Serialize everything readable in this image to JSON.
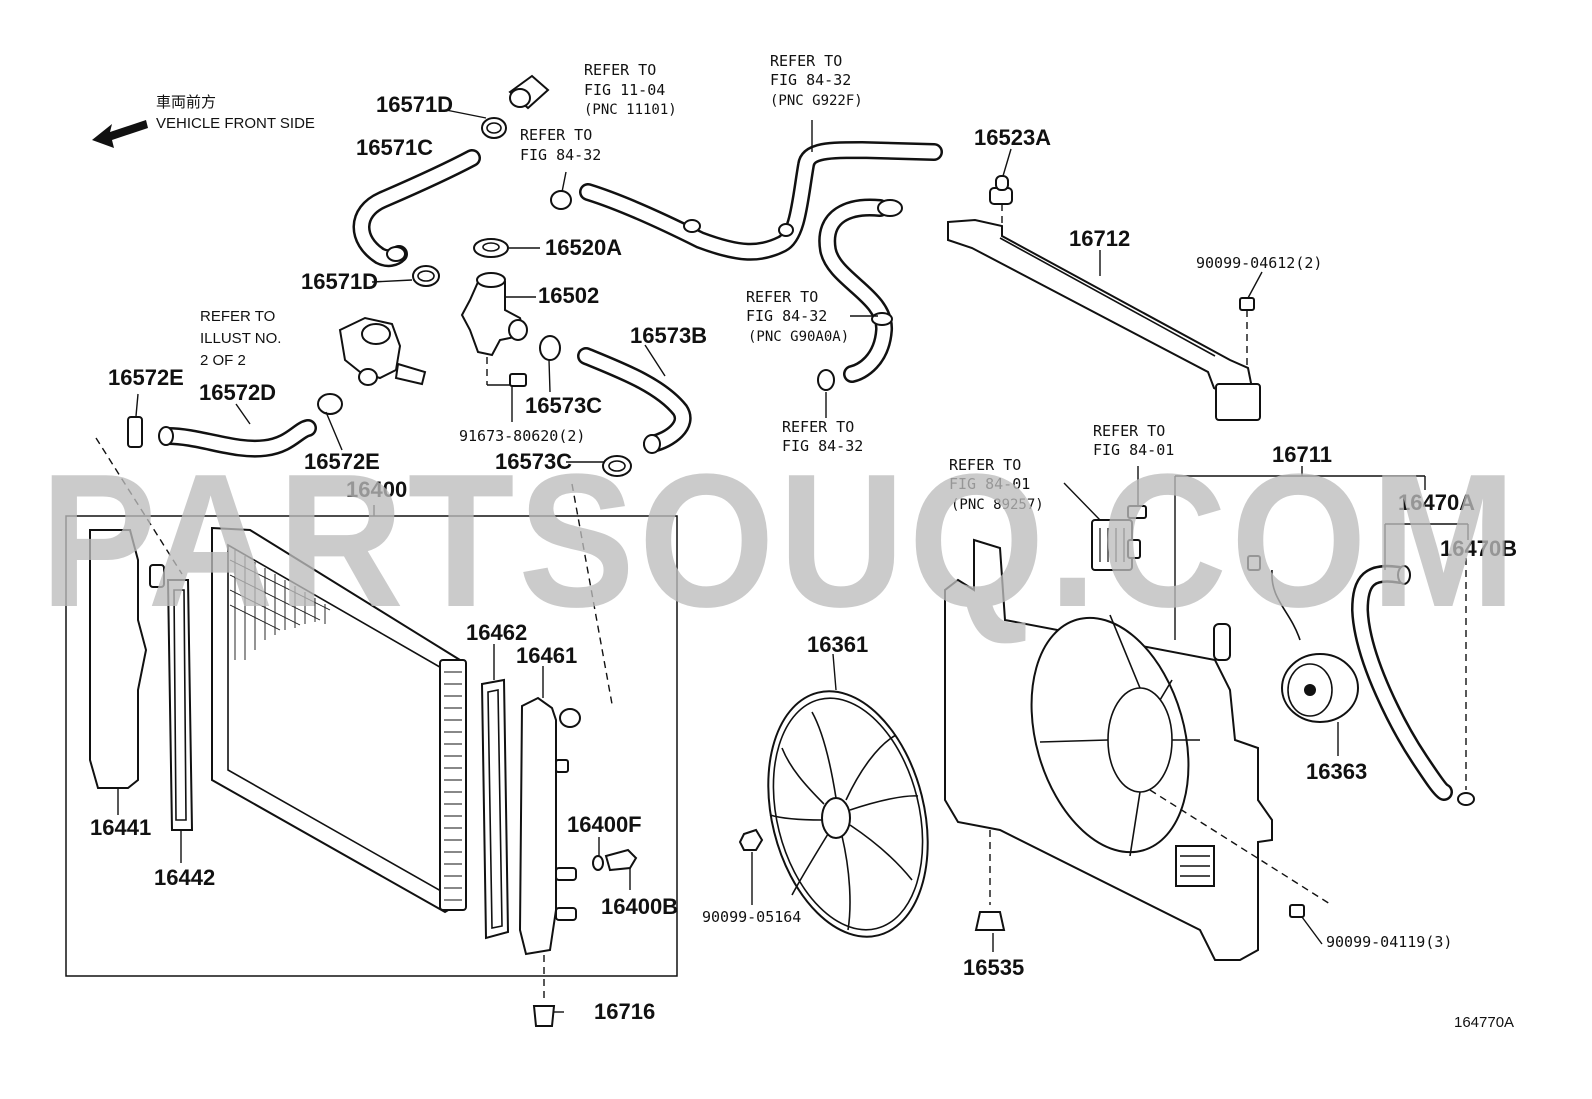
{
  "orientation": {
    "japanese": "車両前方",
    "english": "VEHICLE FRONT SIDE"
  },
  "watermark": "PARTSOUQ.COM",
  "figure_code": "164770A",
  "parts": {
    "p16571D_a": "16571D",
    "p16571C": "16571C",
    "p16571D_b": "16571D",
    "p16520A": "16520A",
    "p16502": "16502",
    "p16573B": "16573B",
    "p16573C_a": "16573C",
    "p16573C_b": "16573C",
    "p91673": "91673-80620(2)",
    "p16572E_a": "16572E",
    "p16572D": "16572D",
    "p16572E_b": "16572E",
    "p16523A": "16523A",
    "p16712": "16712",
    "p90099_04612": "90099-04612(2)",
    "p16400": "16400",
    "p16462": "16462",
    "p16461": "16461",
    "p16441": "16441",
    "p16442": "16442",
    "p16400F": "16400F",
    "p16400B": "16400B",
    "p16716": "16716",
    "p16361": "16361",
    "p90099_05164": "90099-05164",
    "p16711": "16711",
    "p16470A": "16470A",
    "p16470B": "16470B",
    "p16363": "16363",
    "p16535": "16535",
    "p90099_04119": "90099-04119(3)"
  },
  "references": {
    "r1": [
      "REFER TO",
      "FIG 11-04",
      "(PNC 11101)"
    ],
    "r2": [
      "REFER TO",
      "FIG 84-32",
      "(PNC G922F)"
    ],
    "r3": [
      "REFER TO",
      "FIG 84-32"
    ],
    "r4": [
      "REFER TO",
      "ILLUST NO.",
      "2 OF 2"
    ],
    "r5": [
      "REFER TO",
      "FIG 84-32",
      "(PNC G90A0A)"
    ],
    "r6": [
      "REFER TO",
      "FIG 84-32"
    ],
    "r7": [
      "REFER TO",
      "FIG 84-01"
    ],
    "r8": [
      "REFER TO",
      "FIG 84-01",
      "(PNC 89257)"
    ]
  }
}
